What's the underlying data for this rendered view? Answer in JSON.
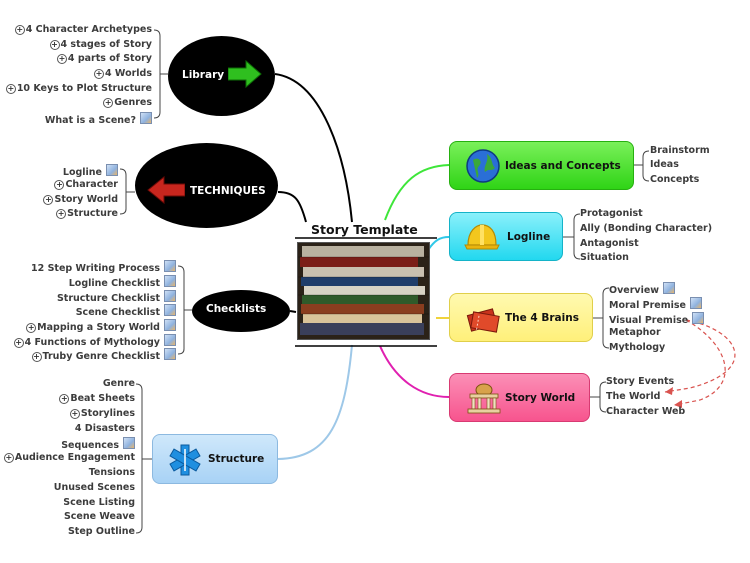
{
  "center": {
    "title": "Story Template",
    "image": "bookshelf-photo"
  },
  "library": {
    "label": "Library",
    "icon": "green-arrow-icon",
    "items": [
      {
        "text": "4 Character Archetypes",
        "expand": true,
        "note": false
      },
      {
        "text": "4 stages of Story",
        "expand": true,
        "note": false
      },
      {
        "text": "4 parts of Story",
        "expand": true,
        "note": false
      },
      {
        "text": "4 Worlds",
        "expand": true,
        "note": false
      },
      {
        "text": "10 Keys to Plot Structure",
        "expand": true,
        "note": false
      },
      {
        "text": "Genres",
        "expand": true,
        "note": false
      },
      {
        "text": "What is a Scene?",
        "expand": false,
        "note": true
      }
    ]
  },
  "techniques": {
    "label": "TECHNIQUES",
    "icon": "red-arrow-icon",
    "items": [
      {
        "text": "Logline",
        "expand": false,
        "note": true
      },
      {
        "text": "Character",
        "expand": true,
        "note": false
      },
      {
        "text": "Story World",
        "expand": true,
        "note": false
      },
      {
        "text": "Structure",
        "expand": true,
        "note": false
      }
    ]
  },
  "checklists": {
    "label": "Checklists",
    "items": [
      {
        "text": "12 Step Writing Process",
        "expand": false,
        "note": true
      },
      {
        "text": "Logline Checklist",
        "expand": false,
        "note": true
      },
      {
        "text": "Structure Checklist",
        "expand": false,
        "note": true
      },
      {
        "text": "Scene Checklist",
        "expand": false,
        "note": true
      },
      {
        "text": "Mapping a Story World",
        "expand": true,
        "note": true
      },
      {
        "text": "4 Functions of Mythology",
        "expand": true,
        "note": true
      },
      {
        "text": "Truby Genre Checklist",
        "expand": true,
        "note": true
      }
    ]
  },
  "structure": {
    "label": "Structure",
    "icon": "medical-star-icon",
    "items": [
      {
        "text": "Genre",
        "expand": false,
        "note": false
      },
      {
        "text": "Beat Sheets",
        "expand": true,
        "note": false
      },
      {
        "text": "Storylines",
        "expand": true,
        "note": false
      },
      {
        "text": "4 Disasters",
        "expand": false,
        "note": false
      },
      {
        "text": "Sequences",
        "expand": false,
        "note": true
      },
      {
        "text": "Audience Engagement",
        "expand": true,
        "note": false
      },
      {
        "text": "Tensions",
        "expand": false,
        "note": false
      },
      {
        "text": "Unused Scenes",
        "expand": false,
        "note": false
      },
      {
        "text": "Scene Listing",
        "expand": false,
        "note": false
      },
      {
        "text": "Scene Weave",
        "expand": false,
        "note": false
      },
      {
        "text": "Step Outline",
        "expand": false,
        "note": false
      }
    ]
  },
  "ideas": {
    "label": "Ideas and Concepts",
    "icon": "globe-icon",
    "color": "#44e01a",
    "items": [
      {
        "text": "Brainstorm"
      },
      {
        "text": "Ideas"
      },
      {
        "text": "Concepts"
      }
    ]
  },
  "logline": {
    "label": "Logline",
    "icon": "hard-hat-icon",
    "color": "#22d8ef",
    "items": [
      {
        "text": "Protagonist"
      },
      {
        "text": "Ally (Bonding Character)"
      },
      {
        "text": "Antagonist"
      },
      {
        "text": "Situation"
      }
    ]
  },
  "brains": {
    "label": "The 4 Brains",
    "icon": "tickets-icon",
    "color": "#fff07a",
    "items": [
      {
        "text": "Overview",
        "note": true
      },
      {
        "text": "Moral Premise",
        "note": true
      },
      {
        "text": "Visual Premise",
        "note": true
      },
      {
        "text": "Metaphor",
        "note": false
      },
      {
        "text": "Mythology",
        "note": false
      }
    ]
  },
  "storyworld": {
    "label": "Story World",
    "icon": "building-icon",
    "color": "#f7548e",
    "items": [
      {
        "text": "Story Events"
      },
      {
        "text": "The World"
      },
      {
        "text": "Character Web"
      }
    ]
  },
  "colors": {
    "ideas_line": "#3ee63a",
    "logline_line": "#30c8e8",
    "brains_line": "#f0d33c",
    "world_line": "#e020b0",
    "structure_line": "#9ec8e8",
    "relation": "#d9534f"
  }
}
